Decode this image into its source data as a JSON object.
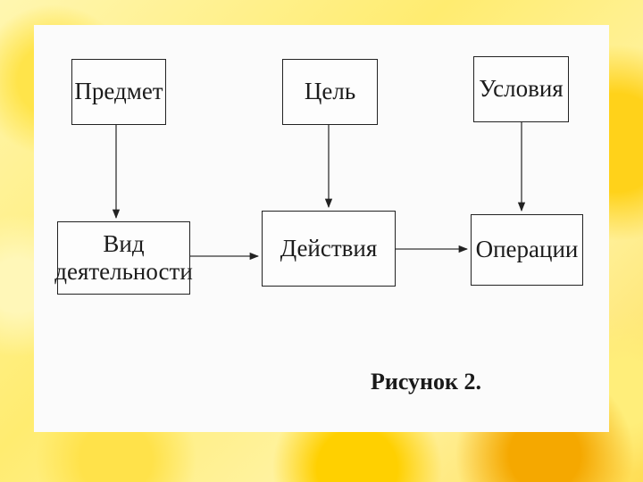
{
  "diagram": {
    "nodes": {
      "predmet": "Предмет",
      "tsel": "Цель",
      "usloviya": "Условия",
      "vid_line1": "Вид",
      "vid_line2": "деятельности",
      "deystviya": "Действия",
      "operatsii": "Операции"
    },
    "caption": "Рисунок 2."
  }
}
